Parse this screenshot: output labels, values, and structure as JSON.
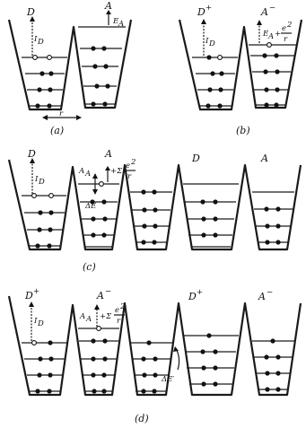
{
  "panels": {
    "a": {
      "caption": "(a)",
      "label_D": "D",
      "label_A": "A",
      "label_ID": "I",
      "label_ID_sub": "D",
      "label_EA": "E",
      "label_EA_sub": "A",
      "label_r": "r"
    },
    "b": {
      "caption": "(b)",
      "label_D": "D",
      "label_D_sup": "+",
      "label_A": "A",
      "label_A_sup": "−",
      "label_ID": "I",
      "label_ID_sub": "D",
      "label_EA": "E",
      "label_EA_sub": "A",
      "label_EA_plus": "+",
      "label_frac_num": "e",
      "label_frac_num_sup": "2",
      "label_frac_den": "r"
    },
    "c": {
      "caption": "(c)",
      "label_D1": "D",
      "label_A1": "A",
      "label_D2": "D",
      "label_A2": "A",
      "label_ID": "I",
      "label_ID_sub": "D",
      "label_dE": "ΔE",
      "label_AA": "A",
      "label_AA_sub": "A",
      "label_sum": "+Σ",
      "label_frac_num": "e",
      "label_frac_num_sup": "2",
      "label_frac_den": "r"
    },
    "d": {
      "caption": "(d)",
      "label_D1": "D",
      "label_D1_sup": "+",
      "label_A1": "A",
      "label_A1_sup": "−",
      "label_D2": "D",
      "label_D2_sup": "+",
      "label_A2": "A",
      "label_A2_sup": "−",
      "label_ID": "I",
      "label_ID_sub": "D",
      "label_AA": "A",
      "label_AA_sub": "A",
      "label_sum": "+Σ",
      "label_frac_num": "e",
      "label_frac_num_sup": "2",
      "label_frac_den": "r",
      "label_dE2": "ΔE′"
    }
  }
}
